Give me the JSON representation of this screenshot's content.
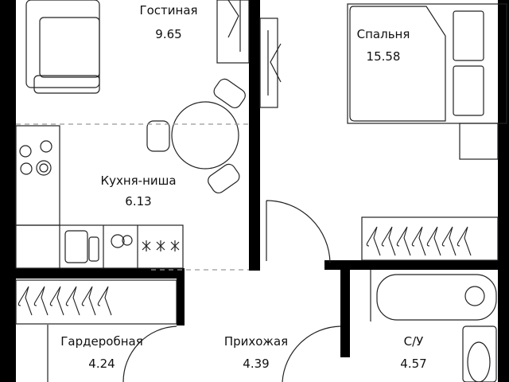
{
  "rooms": [
    {
      "name": "Гостиная",
      "area": "9.65"
    },
    {
      "name": "Спальня",
      "area": "15.58"
    },
    {
      "name": "Кухня-ниша",
      "area": "6.13"
    },
    {
      "name": "Гардеробная",
      "area": "4.24"
    },
    {
      "name": "Прихожая",
      "area": "4.39"
    },
    {
      "name": "С/У",
      "area": "4.57"
    }
  ],
  "colors": {
    "wall": "#000000",
    "line": "#222222",
    "background": "#ffffff"
  }
}
